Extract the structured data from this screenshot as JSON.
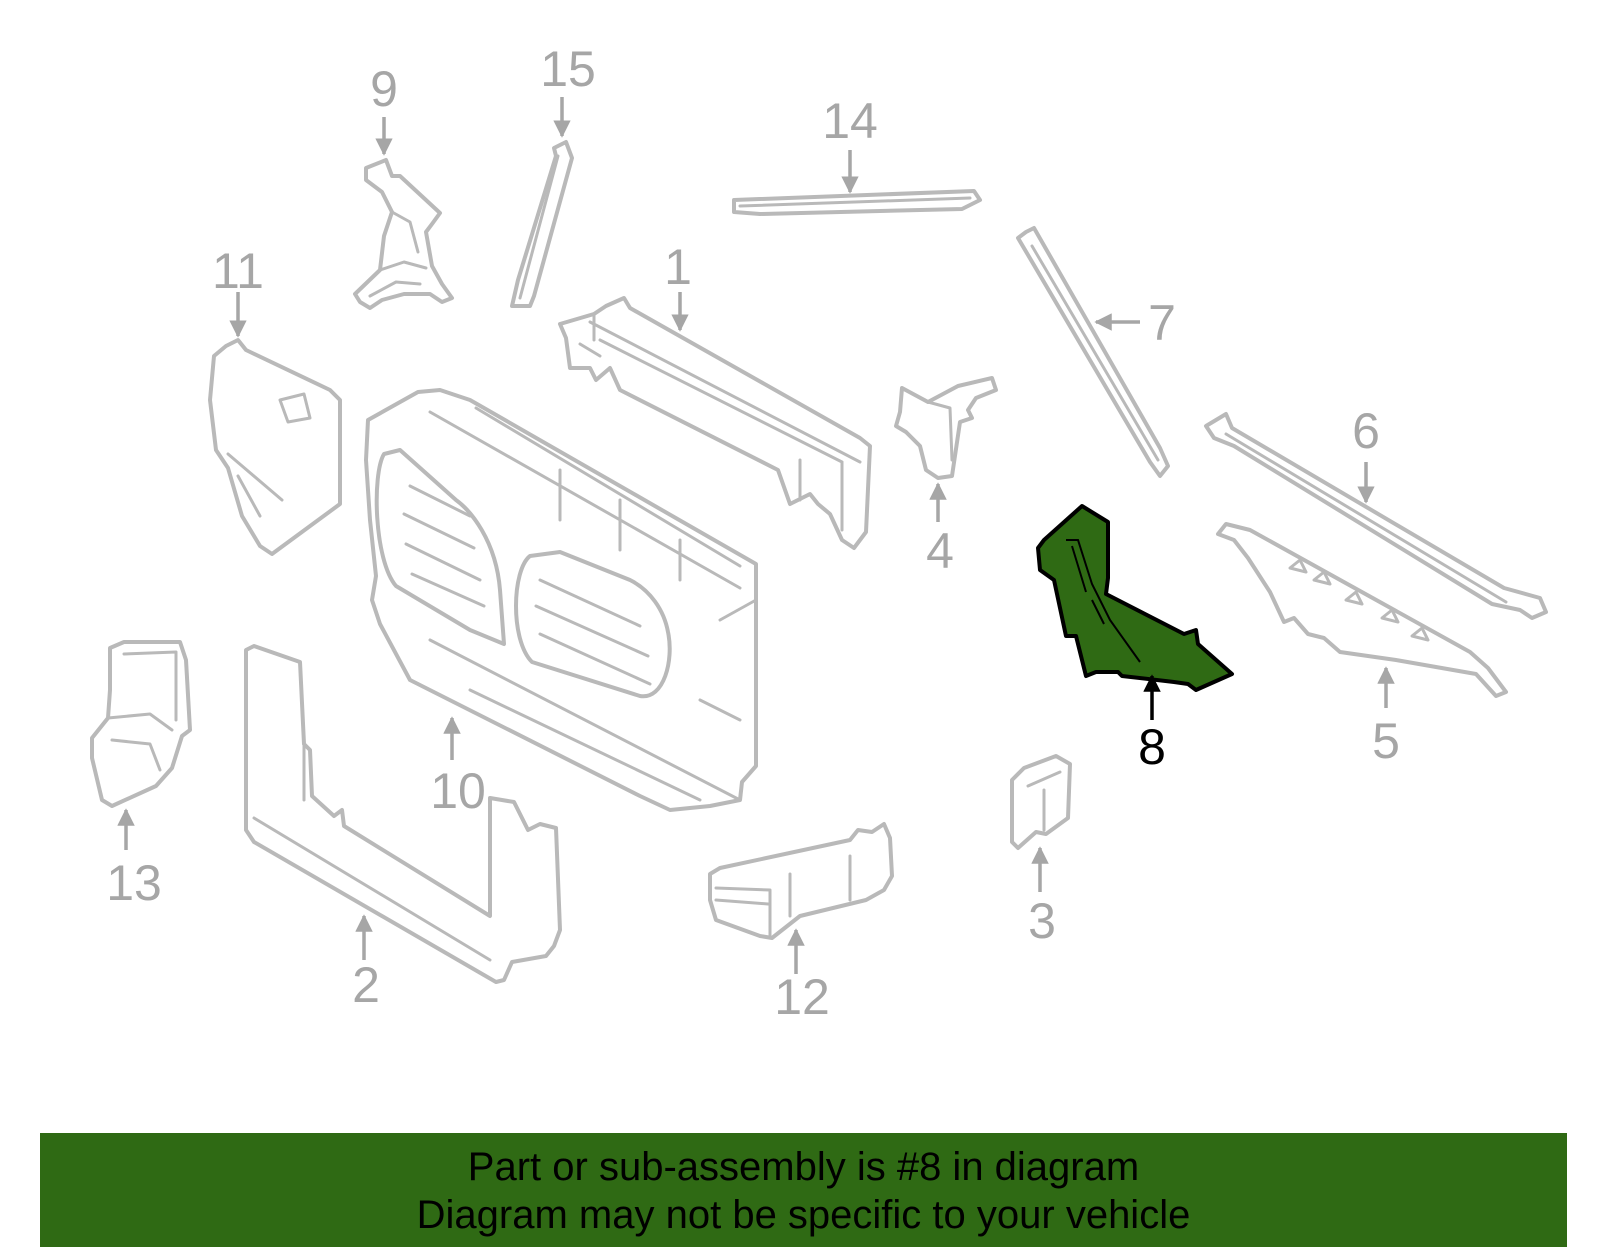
{
  "diagram": {
    "highlight_color": "#2f6a14",
    "part_color": "#b9b9b9",
    "callouts": {
      "c1": "1",
      "c2": "2",
      "c3": "3",
      "c4": "4",
      "c5": "5",
      "c6": "6",
      "c7": "7",
      "c8": "8",
      "c9": "9",
      "c10": "10",
      "c11": "11",
      "c12": "12",
      "c13": "13",
      "c14": "14",
      "c15": "15"
    },
    "highlighted_part": "8"
  },
  "footer": {
    "line1": "Part or sub-assembly is #8 in diagram",
    "line2": "Diagram may not be specific to your vehicle"
  }
}
